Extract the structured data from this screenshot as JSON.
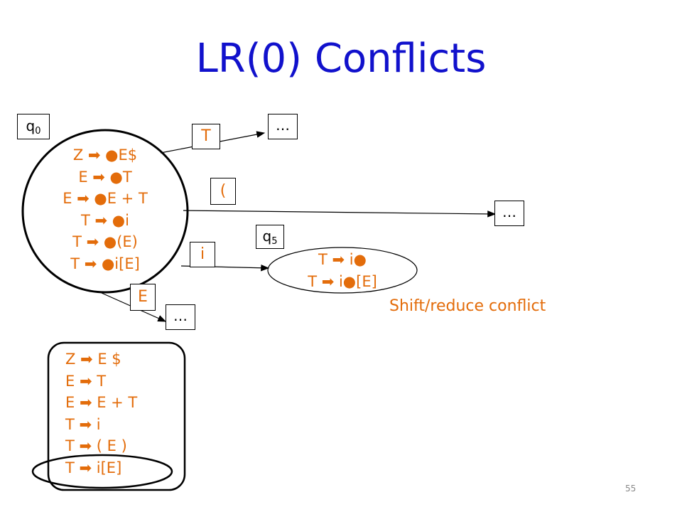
{
  "title": "LR(0) Conflicts",
  "states": {
    "q0": {
      "name": "q",
      "sub": "0",
      "items": [
        "Z ➡ ●E$",
        "E ➡ ●T",
        "E ➡ ●E + T",
        "T ➡ ●i",
        "T ➡ ●(E)",
        "T ➡ ●i[E]"
      ]
    },
    "q5": {
      "name": "q",
      "sub": "5",
      "items": [
        "T ➡ i●",
        "T ➡ i●[E]"
      ]
    }
  },
  "edges": {
    "T": "T",
    "lparen": "(",
    "i": "i",
    "E": "E"
  },
  "placeholders": {
    "top": "…",
    "right": "…",
    "bottom": "…"
  },
  "conflict_note": "Shift/reduce conflict",
  "grammar": [
    "Z ➡ E $",
    "E ➡ T",
    "E ➡ E + T",
    "T ➡ i",
    "T ➡ ( E )",
    "T ➡ i[E]"
  ],
  "page_number": "55",
  "colors": {
    "title": "#1111cc",
    "items": "#e36c0a",
    "lines": "#000000"
  }
}
